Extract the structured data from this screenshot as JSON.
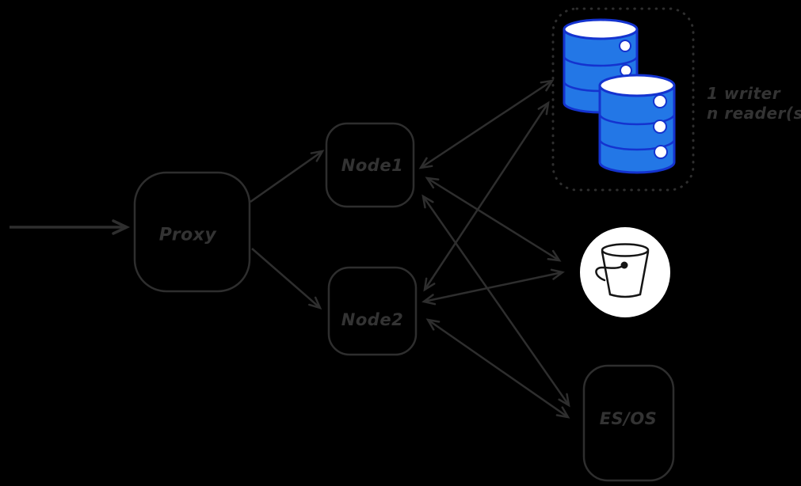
{
  "diagram": {
    "colors": {
      "background": "#000000",
      "stroke": "#2e2e2e",
      "label_text": "#333333",
      "database_fill": "#2377e6",
      "database_stroke": "#1433cf",
      "bucket_circle_fill": "#ffffff",
      "bucket_drawing": "#151515"
    },
    "nodes": {
      "proxy": {
        "label": "Proxy"
      },
      "node1": {
        "label": "Node1"
      },
      "node2": {
        "label": "Node2"
      },
      "es_os": {
        "label": "ES/OS"
      },
      "db_cluster": {
        "icon": "database-cylinders-icon",
        "cylinder_count": 2,
        "border_style": "dotted",
        "annotation": {
          "line1": "1 writer",
          "line2": "n reader(s)"
        }
      },
      "object_storage": {
        "icon": "bucket-icon"
      }
    },
    "edges": [
      {
        "from": "external",
        "to": "proxy",
        "direction": "one-way"
      },
      {
        "from": "proxy",
        "to": "node1",
        "direction": "one-way"
      },
      {
        "from": "proxy",
        "to": "node2",
        "direction": "one-way"
      },
      {
        "from": "node1",
        "to": "db_cluster",
        "direction": "two-way"
      },
      {
        "from": "node1",
        "to": "object_storage",
        "direction": "two-way"
      },
      {
        "from": "node1",
        "to": "es_os",
        "direction": "two-way"
      },
      {
        "from": "node2",
        "to": "db_cluster",
        "direction": "two-way"
      },
      {
        "from": "node2",
        "to": "object_storage",
        "direction": "two-way"
      },
      {
        "from": "node2",
        "to": "es_os",
        "direction": "two-way"
      }
    ]
  }
}
